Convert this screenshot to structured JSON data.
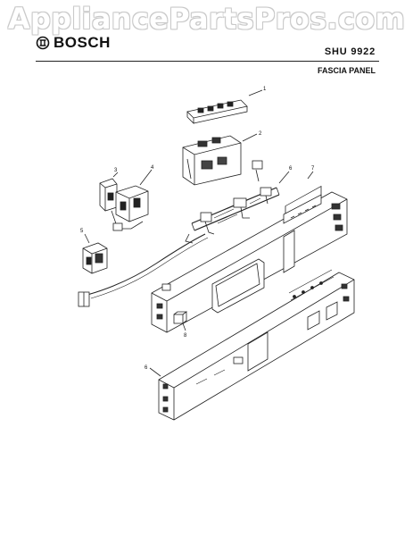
{
  "watermark": "AppliancePartsPros.com",
  "brand": {
    "name": "BOSCH",
    "logo_icon": "bosch-armature-logo"
  },
  "model": "SHU 9922",
  "section_title": "FASCIA PANEL",
  "callouts": [
    "1",
    "2",
    "3",
    "4",
    "5",
    "6",
    "7",
    "8",
    "6"
  ]
}
